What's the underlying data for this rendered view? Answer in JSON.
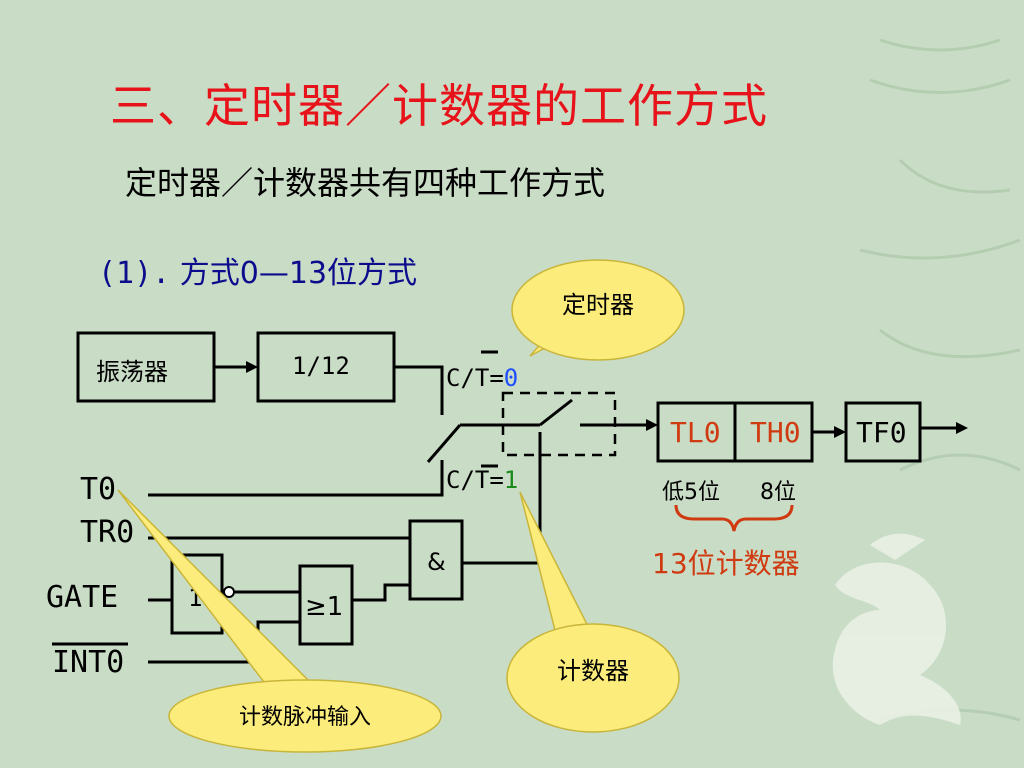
{
  "title": "三、定时器／计数器的工作方式",
  "subtitle": "定时器／计数器共有四种工作方式",
  "mode": {
    "prefix": "(1).",
    "label": "方式0—13位方式"
  },
  "blocks": {
    "oscillator": "振荡器",
    "divider": "1/12",
    "tl0": "TL0",
    "th0": "TH0",
    "tf0": "TF0",
    "and_gate": "&",
    "or_gate": "≥1",
    "not_gate": "1"
  },
  "switch_labels": {
    "ct_timer_prefix": "C/T=",
    "ct_timer_value": "0",
    "ct_counter_prefix": "C/T=",
    "ct_counter_value": "1"
  },
  "pins": {
    "t0": "T0",
    "tr0": "TR0",
    "gate": "GATE",
    "int0": "INT0"
  },
  "counter_bits": {
    "low": "低5位",
    "high": "8位",
    "total": "13位计数器"
  },
  "callouts": {
    "timer": "定时器",
    "counter": "计数器",
    "pulse_input": "计数脉冲输入"
  },
  "colors": {
    "title": "#e8121a",
    "mode": "#0c0c8c",
    "bubble_fill": "#fbec7c",
    "ct_zero": "#1f4fff",
    "ct_one": "#1a8a1a",
    "counter_text": "#d03a10"
  }
}
